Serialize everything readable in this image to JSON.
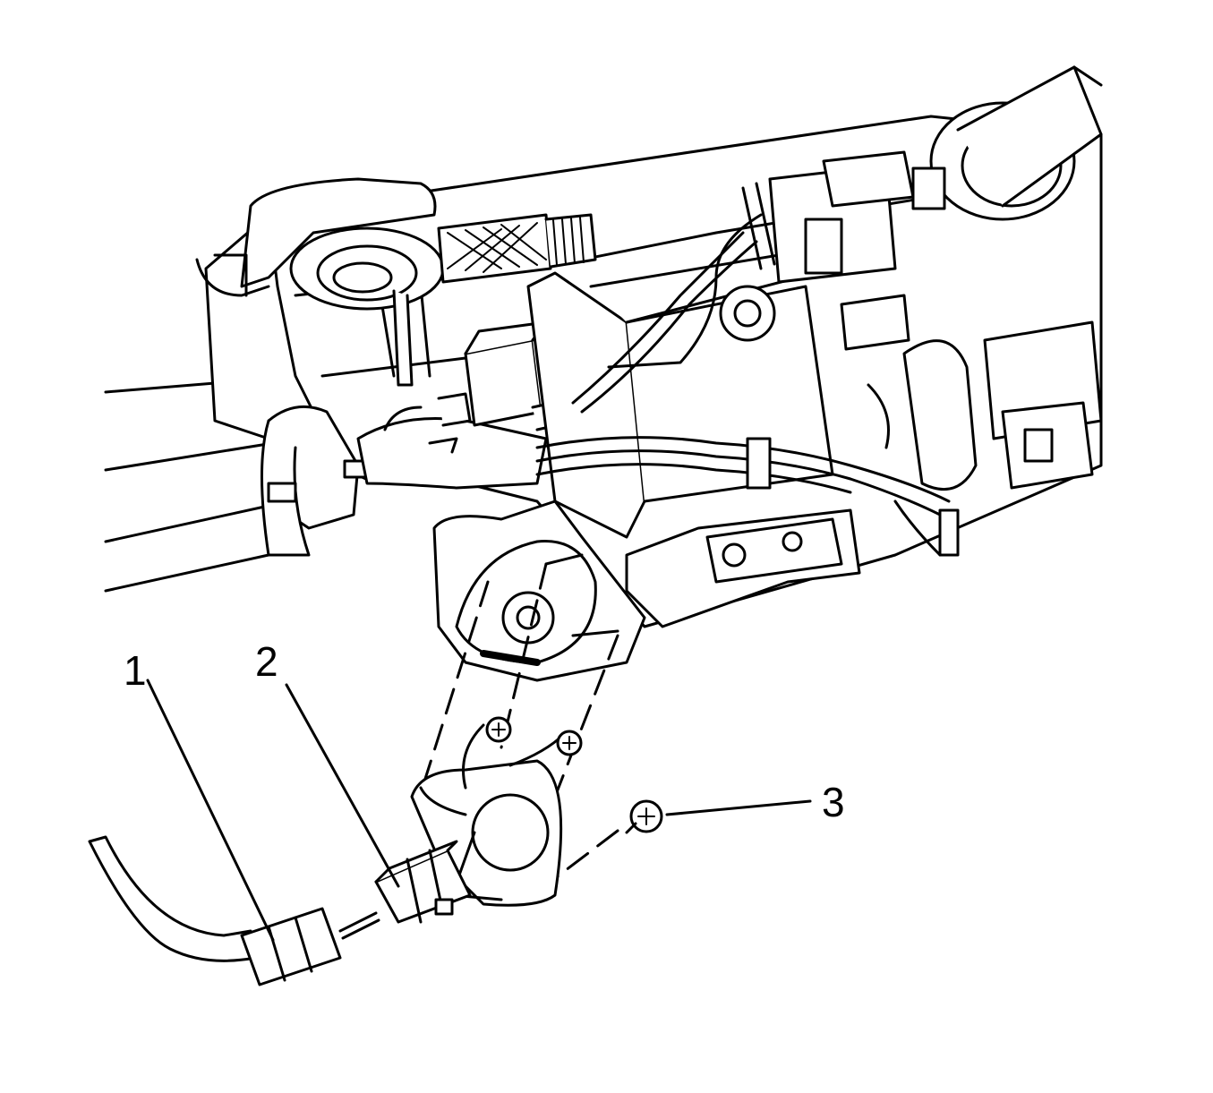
{
  "diagram": {
    "line_color": "#000000",
    "background_color": "#ffffff",
    "callouts": [
      {
        "number": "1"
      },
      {
        "number": "2"
      },
      {
        "number": "3"
      }
    ]
  }
}
